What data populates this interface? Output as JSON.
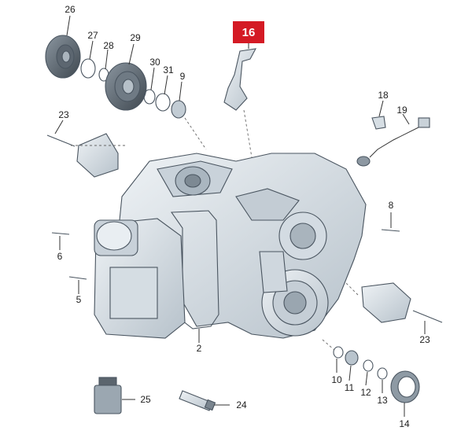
{
  "diagram": {
    "highlighted_part": "16",
    "part_numbers": [
      "26",
      "27",
      "28",
      "29",
      "30",
      "31",
      "9",
      "23",
      "18",
      "19",
      "8",
      "6",
      "5",
      "2",
      "23",
      "10",
      "11",
      "12",
      "13",
      "14",
      "25",
      "24"
    ],
    "parts": {
      "p26": "26",
      "p27": "27",
      "p28": "28",
      "p29": "29",
      "p30": "30",
      "p31": "31",
      "p9": "9",
      "p23a": "23",
      "p18": "18",
      "p19": "19",
      "p8": "8",
      "p6": "6",
      "p5": "5",
      "p2": "2",
      "p23b": "23",
      "p10": "10",
      "p11": "11",
      "p12": "12",
      "p13": "13",
      "p14": "14",
      "p25": "25",
      "p24": "24",
      "p16": "16"
    },
    "colors": {
      "part_fill": "#dfe6ec",
      "part_shade": "#b9c4cd",
      "outline": "#4a5560",
      "highlight": "#d41a24"
    }
  }
}
